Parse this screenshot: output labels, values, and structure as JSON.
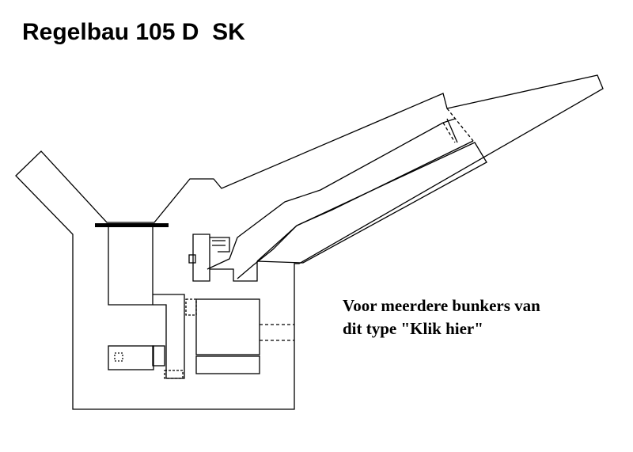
{
  "title": "Regelbau 105 D  SK",
  "link": {
    "line1": "Voor meerdere bunkers van",
    "line2": "dit type \"Klik hier\""
  }
}
